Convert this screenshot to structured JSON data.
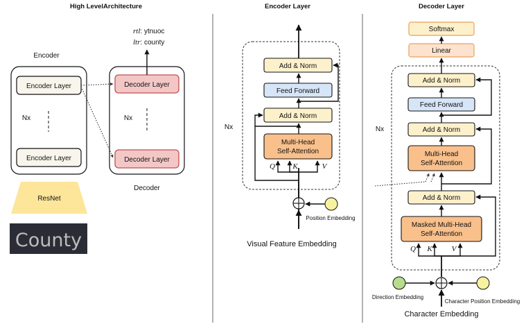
{
  "panels": {
    "left_title": "High LevelArchitecture",
    "middle_title": "Encoder Layer",
    "right_title": "Decoder Layer"
  },
  "high_level": {
    "encoder_label": "Encoder",
    "decoder_label": "Decoder",
    "encoder_layer_top": "Encoder Layer",
    "encoder_layer_bottom": "Encoder Layer",
    "decoder_layer_top": "Decoder Layer",
    "decoder_layer_bottom": "Decoder Layer",
    "nx_left": "Nx",
    "nx_right": "Nx",
    "resnet_label": "ResNet",
    "image_word": "County",
    "rtl_key": "rtl",
    "rtl_value": ": ytnuoc",
    "ltr_key": "ltr",
    "ltr_value": ": county"
  },
  "encoder_layer": {
    "add_norm_top": "Add & Norm",
    "feed_forward": "Feed Forward",
    "add_norm_bottom": "Add & Norm",
    "mha_line1": "Multi-Head",
    "mha_line2": "Self-Attention",
    "q": "Q",
    "k": "K",
    "v": "V",
    "nx": "Nx",
    "position_embedding": "Position Embedding",
    "caption": "Visual Feature Embedding"
  },
  "decoder_layer": {
    "softmax": "Softmax",
    "linear": "Linear",
    "add_norm_1": "Add & Norm",
    "feed_forward": "Feed Forward",
    "add_norm_2": "Add & Norm",
    "mha_line1": "Multi-Head",
    "mha_line2": "Self-Attention",
    "add_norm_3": "Add & Norm",
    "masked_line1": "Masked Multi-Head",
    "masked_line2": "Self-Attention",
    "q": "Q",
    "k": "K",
    "v": "V",
    "nx": "Nx",
    "direction_embedding": "Direction Embedding",
    "char_position_embedding": "Character Position Embedding",
    "caption": "Character Embedding"
  },
  "colors": {
    "encoder_box": "#f8f6ec",
    "decoder_box": "#f4c7c7",
    "decoder_box_stroke": "#c0504d",
    "add_norm": "#fdf1cc",
    "feed_forward": "#d6e6f8",
    "attention": "#f9c08c",
    "resnet": "#fde59a",
    "embedding_dot": "#f6f2a0",
    "direction_dot": "#b7dc8e"
  }
}
